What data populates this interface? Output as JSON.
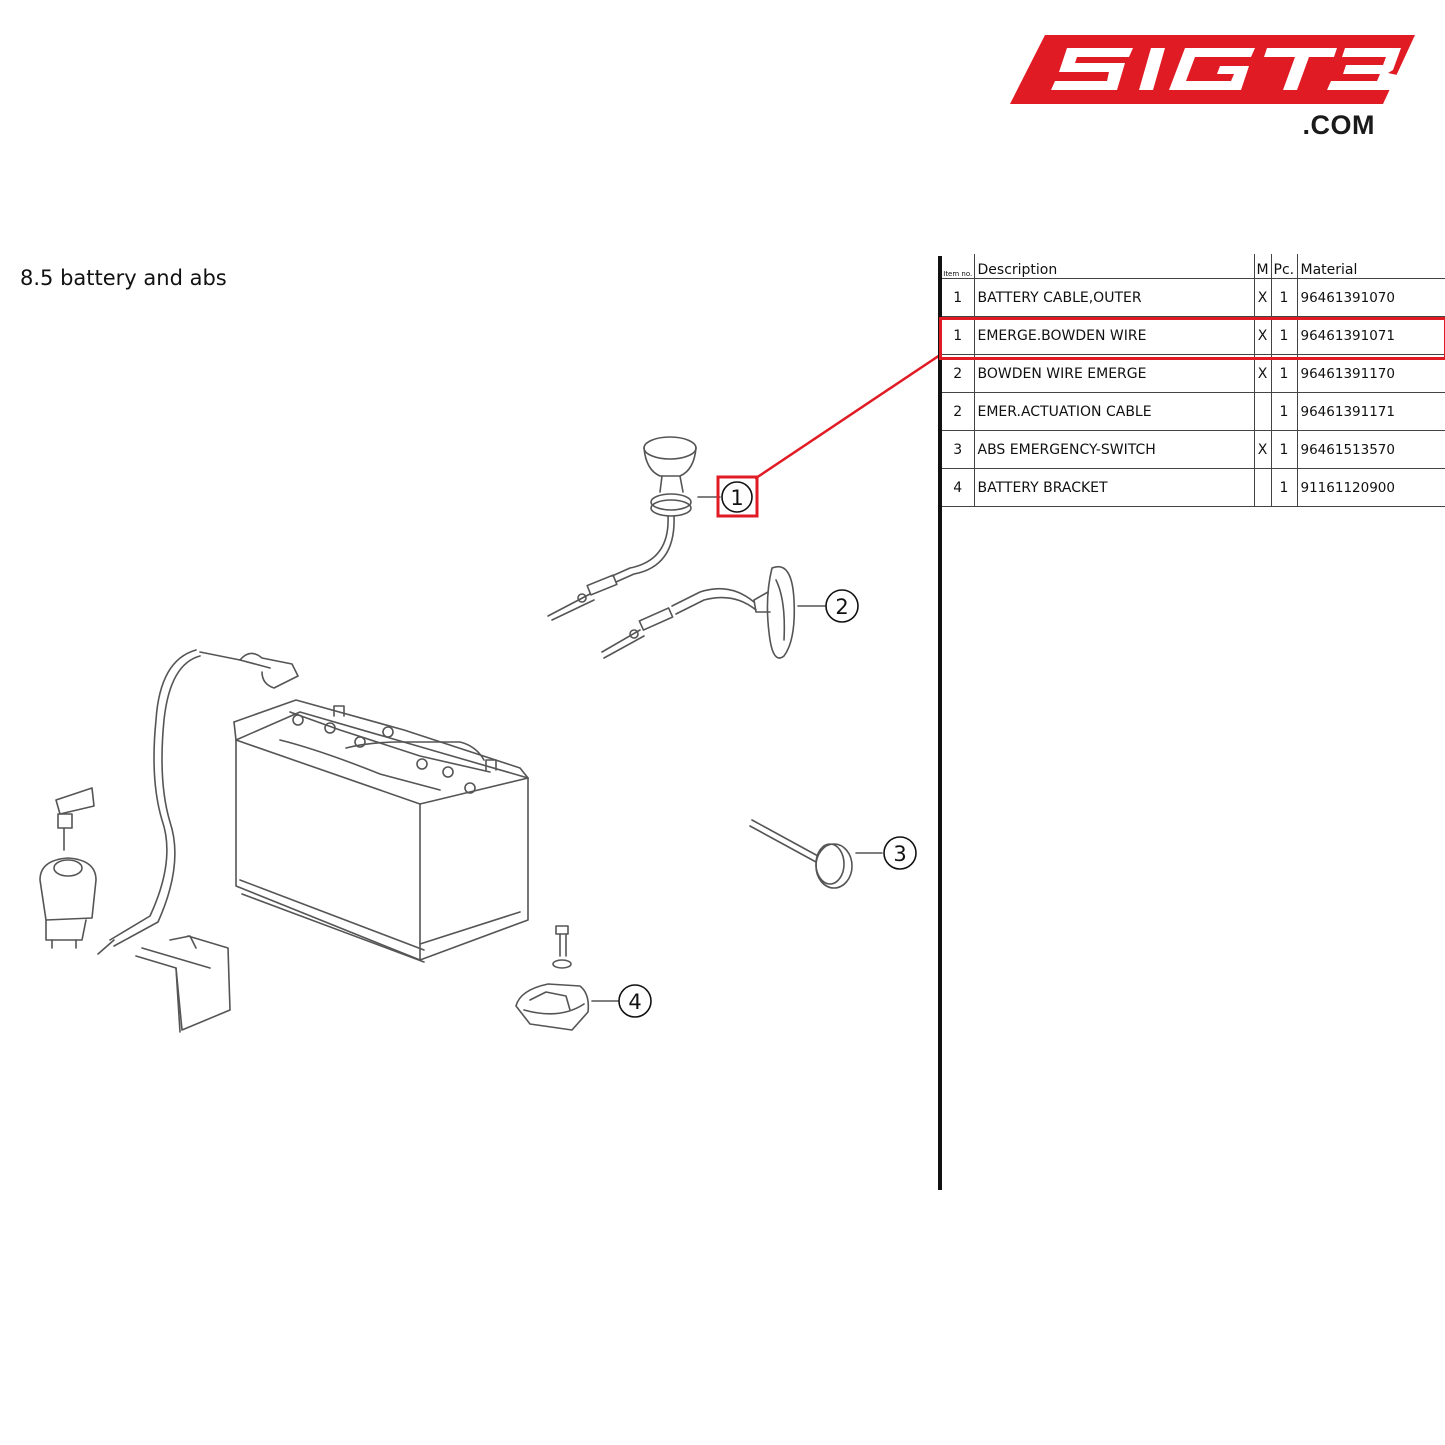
{
  "brand": {
    "logo_text": "SIGTS",
    "logo_suffix": ".COM",
    "accent_color": "#e01b24"
  },
  "section_title": "8.5  battery and abs",
  "diagram": {
    "callouts": [
      {
        "number": "1",
        "highlighted": true
      },
      {
        "number": "2",
        "highlighted": false
      },
      {
        "number": "3",
        "highlighted": false
      },
      {
        "number": "4",
        "highlighted": false
      }
    ],
    "highlight_color": "#e01b24"
  },
  "parts_table": {
    "headers": {
      "item": "Item no.",
      "description": "Description",
      "m": "M",
      "pc": "Pc.",
      "material": "Material"
    },
    "rows": [
      {
        "item": "1",
        "description": "BATTERY CABLE,OUTER",
        "m": "X",
        "pc": "1",
        "material": "96461391070",
        "highlighted": false
      },
      {
        "item": "1",
        "description": "EMERGE.BOWDEN WIRE",
        "m": "X",
        "pc": "1",
        "material": "96461391071",
        "highlighted": true
      },
      {
        "item": "2",
        "description": "BOWDEN WIRE EMERGE",
        "m": "X",
        "pc": "1",
        "material": "96461391170",
        "highlighted": false
      },
      {
        "item": "2",
        "description": "EMER.ACTUATION CABLE",
        "m": "",
        "pc": "1",
        "material": "96461391171",
        "highlighted": false
      },
      {
        "item": "3",
        "description": "ABS EMERGENCY-SWITCH",
        "m": "X",
        "pc": "1",
        "material": "96461513570",
        "highlighted": false
      },
      {
        "item": "4",
        "description": "BATTERY BRACKET",
        "m": "",
        "pc": "1",
        "material": "91161120900",
        "highlighted": false
      }
    ]
  }
}
